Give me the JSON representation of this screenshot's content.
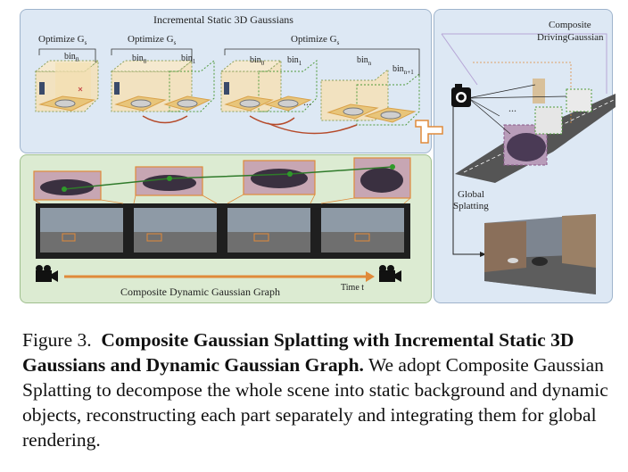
{
  "figure": {
    "top_title": "Incremental Static 3D Gaussians",
    "optimize_labels": [
      "Optimize G",
      "Optimize G",
      "Optimize G"
    ],
    "optimize_sub": "s",
    "bins": {
      "stage1": [
        "bin0"
      ],
      "stage2": [
        "bin0",
        "bin1"
      ],
      "stage3": [
        "bin0",
        "bin1",
        "binn",
        "binn+1"
      ]
    },
    "bin_prefix": "bin",
    "bin_subs": [
      "0",
      "0",
      "1",
      "0",
      "1",
      "n",
      "n+1"
    ],
    "ellipsis": "...",
    "right_title_line1": "Composite",
    "right_title_line2": "DrivingGaussian",
    "global_line1": "Global",
    "global_line2": "Splatting",
    "bottom_title": "Composite Dynamic Gaussian Graph",
    "time_label": "Time t",
    "colors": {
      "blue_panel": "#dde8f4",
      "green_panel": "#dcebd2",
      "orange": "#e08a3a",
      "green_box": "#4f9a3a",
      "purple_car": "#8a5a8a"
    }
  },
  "caption": {
    "prefix": "Figure 3.",
    "bold": "Composite Gaussian Splatting with Incremental Static 3D Gaussians and Dynamic Gaussian Graph.",
    "rest": "We adopt Composite Gaussian Splatting to decompose the whole scene into static background and dynamic objects, reconstructing each part separately and integrating them for global rendering."
  }
}
